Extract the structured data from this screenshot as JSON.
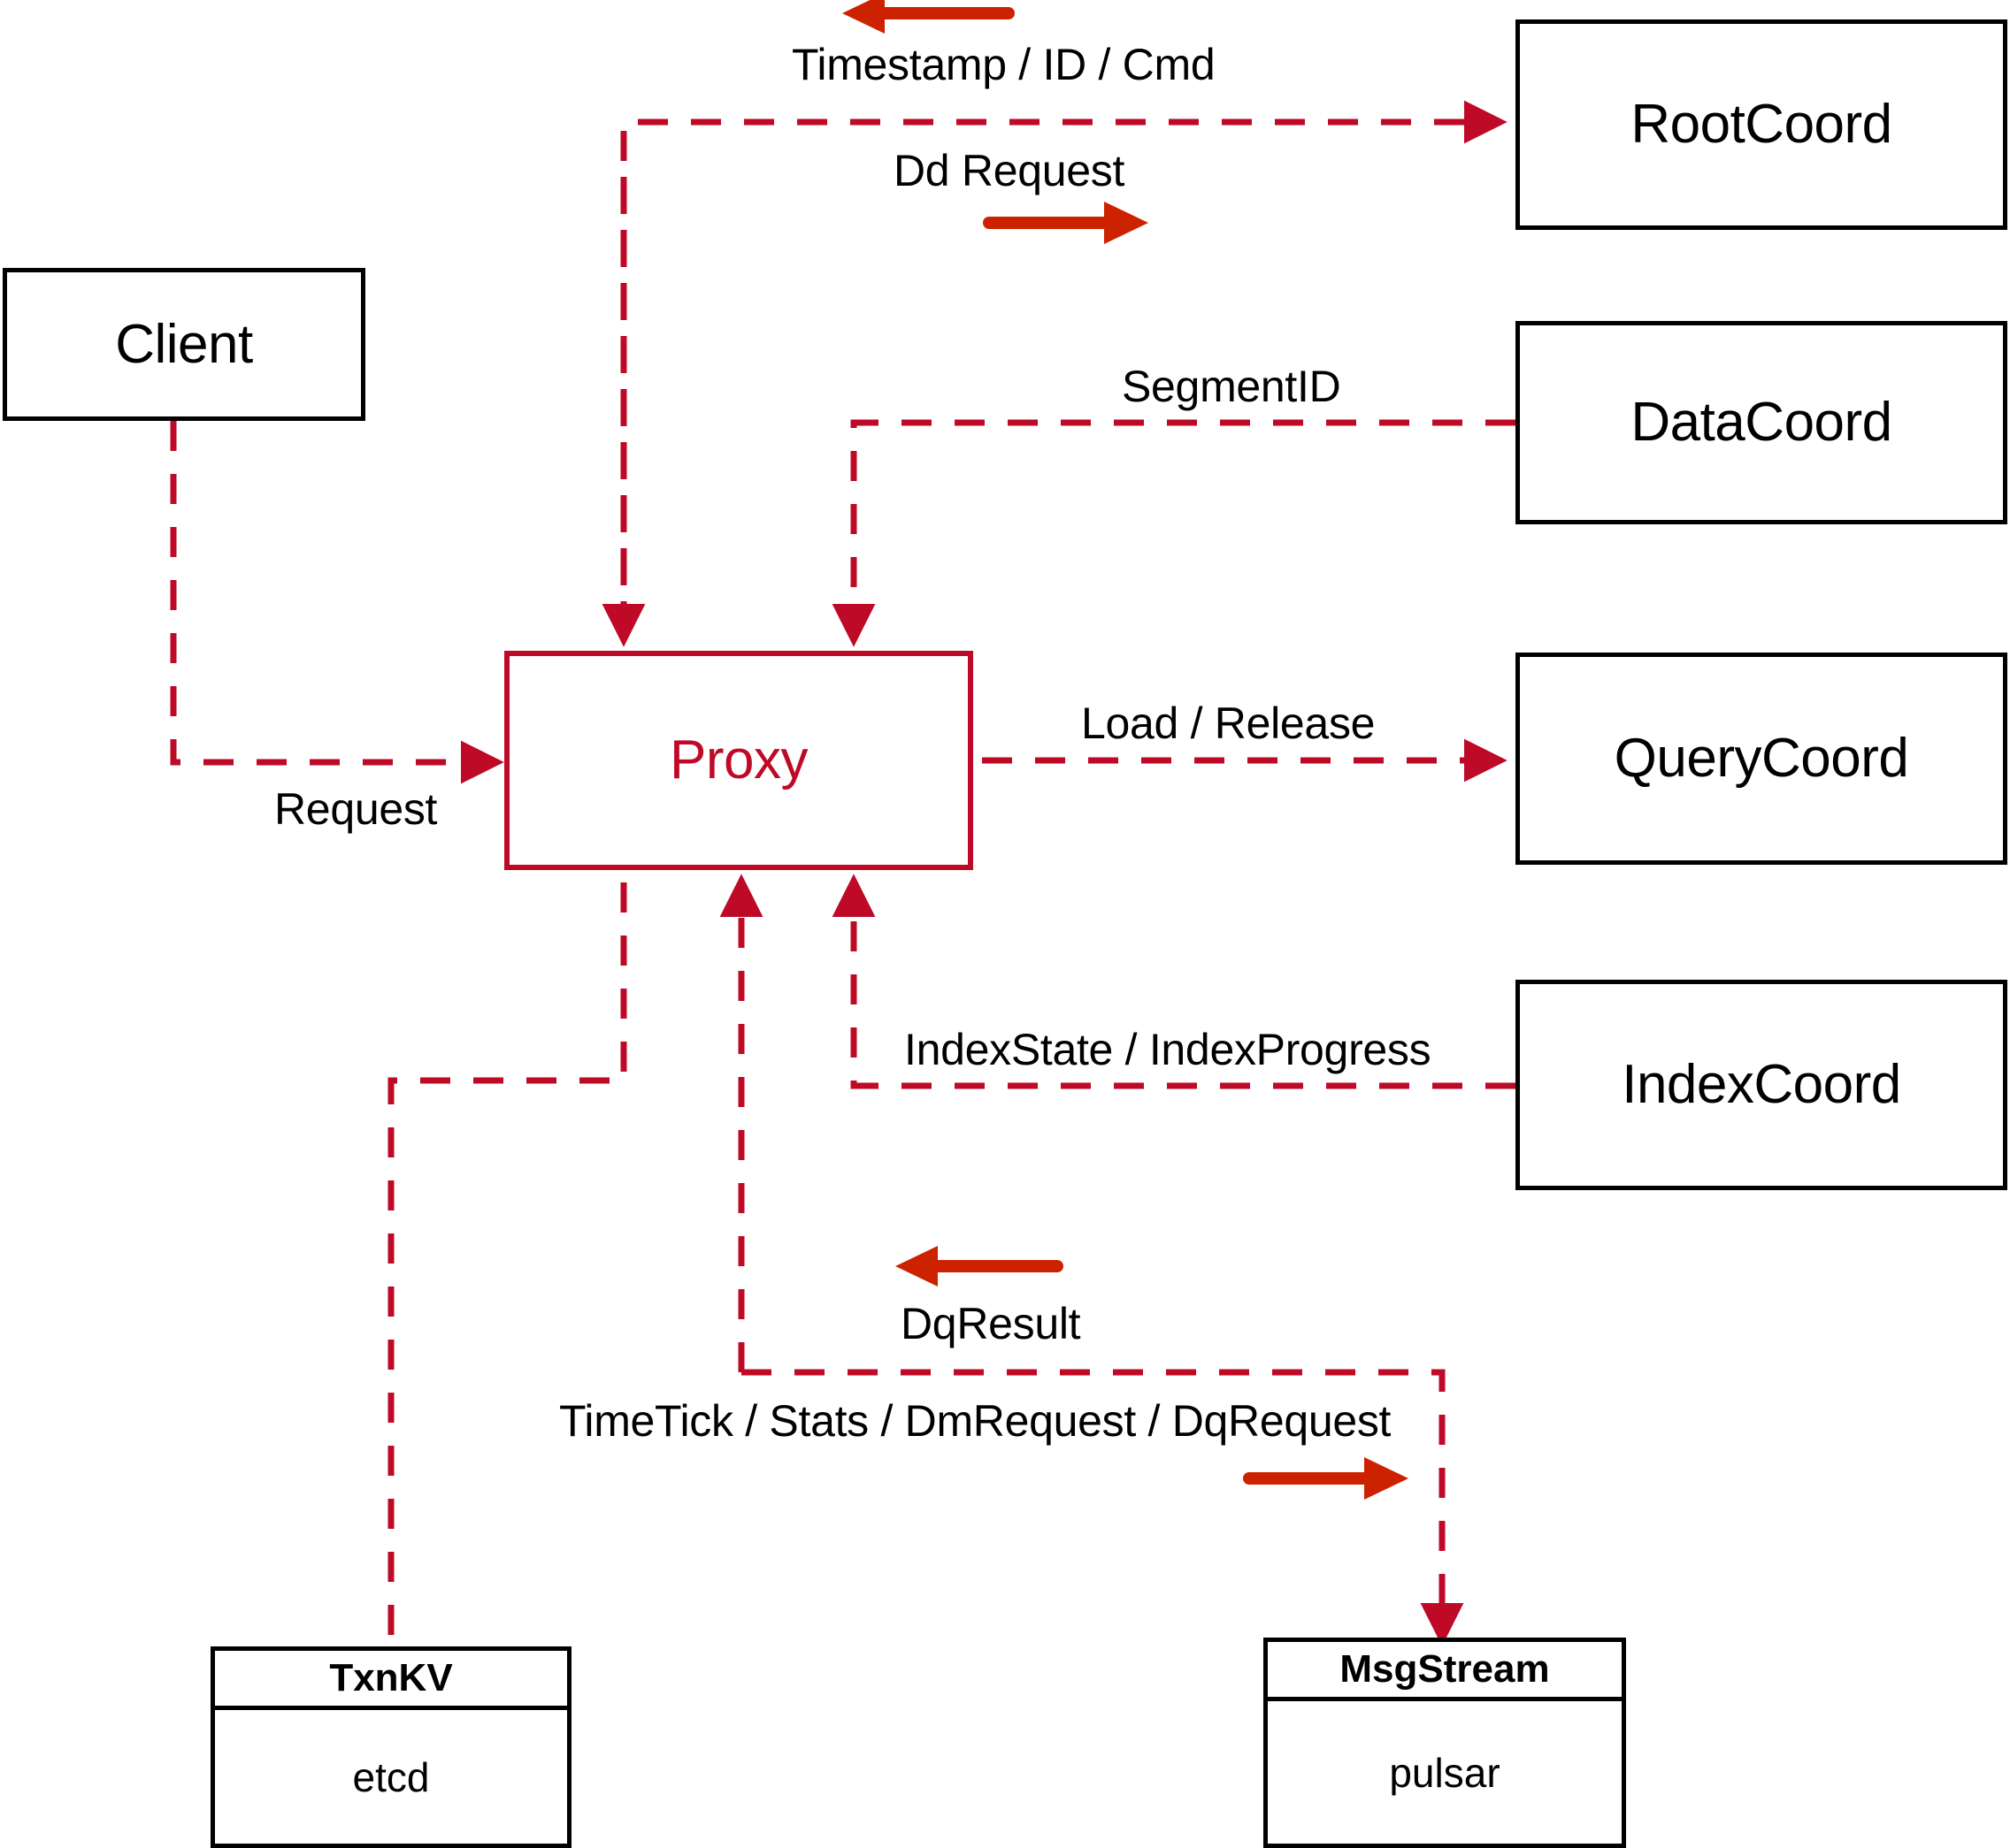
{
  "diagram": {
    "title": "Milvus Proxy interaction diagram",
    "colors": {
      "accent": "#BE0A26",
      "arrow_marker": "#CC2200",
      "box_border": "#000000",
      "background": "#FFFFFF"
    }
  },
  "nodes": {
    "client": {
      "label": "Client"
    },
    "proxy": {
      "label": "Proxy"
    },
    "root_coord": {
      "label": "RootCoord"
    },
    "data_coord": {
      "label": "DataCoord"
    },
    "query_coord": {
      "label": "QueryCoord"
    },
    "index_coord": {
      "label": "IndexCoord"
    },
    "txnkv": {
      "head": "TxnKV",
      "body": "etcd"
    },
    "msgstream": {
      "head": "MsgStream",
      "body": "pulsar"
    }
  },
  "edge_labels": {
    "timestamp_id_cmd": "Timestamp / ID / Cmd",
    "dd_request": "Dd Request",
    "segment_id": "SegmentID",
    "load_release": "Load / Release",
    "index_state_progress": "IndexState / IndexProgress",
    "request": "Request",
    "dq_result": "DqResult",
    "timetick_stats": "TimeTick / Stats / DmRequest / DqRequest"
  },
  "edges": [
    {
      "name": "proxy-rootcoord",
      "from": "proxy",
      "to": "root_coord",
      "labels": [
        "Timestamp / ID / Cmd",
        "Dd Request"
      ],
      "style": "dashed"
    },
    {
      "name": "datacoord-proxy",
      "from": "data_coord",
      "to": "proxy",
      "labels": [
        "SegmentID"
      ],
      "style": "dashed"
    },
    {
      "name": "proxy-querycoord",
      "from": "proxy",
      "to": "query_coord",
      "labels": [
        "Load / Release"
      ],
      "style": "dashed"
    },
    {
      "name": "indexcoord-proxy",
      "from": "index_coord",
      "to": "proxy",
      "labels": [
        "IndexState / IndexProgress"
      ],
      "style": "dashed"
    },
    {
      "name": "client-proxy",
      "from": "client",
      "to": "proxy",
      "labels": [
        "Request"
      ],
      "style": "dashed"
    },
    {
      "name": "proxy-txnkv",
      "from": "proxy",
      "to": "txnkv",
      "labels": [],
      "style": "dashed"
    },
    {
      "name": "proxy-msgstream",
      "from": "proxy",
      "to": "msgstream",
      "labels": [
        "DqResult",
        "TimeTick / Stats / DmRequest / DqRequest"
      ],
      "style": "dashed"
    }
  ]
}
